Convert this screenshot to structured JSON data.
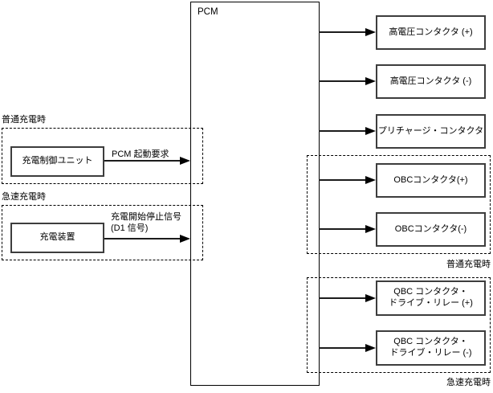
{
  "colors": {
    "background": "#ffffff",
    "line": "#000000"
  },
  "pcm_label": "PCM",
  "left": {
    "normal": {
      "group_label": "普通充電時",
      "source_label": "充電制御ユニット",
      "signal": "PCM 起動要求"
    },
    "quick": {
      "group_label": "急速充電時",
      "source_label": "充電装置",
      "signal_line1": "充電開始停止信号",
      "signal_line2": "(D1 信号)"
    }
  },
  "right": {
    "direct_outputs": [
      "高電圧コンタクタ (+)",
      "高電圧コンタクタ (-)",
      "プリチャージ・コンタクタ"
    ],
    "normal_group": {
      "label": "普通充電時",
      "outputs": [
        "OBCコンタクタ(+)",
        "OBCコンタクタ(-)"
      ]
    },
    "quick_group": {
      "label": "急速充電時",
      "outputs": [
        {
          "line1": "QBC コンタクタ・",
          "line2": "ドライブ・リレー (+)"
        },
        {
          "line1": "QBC コンタクタ・",
          "line2": "ドライブ・リレー (-)"
        }
      ]
    }
  }
}
